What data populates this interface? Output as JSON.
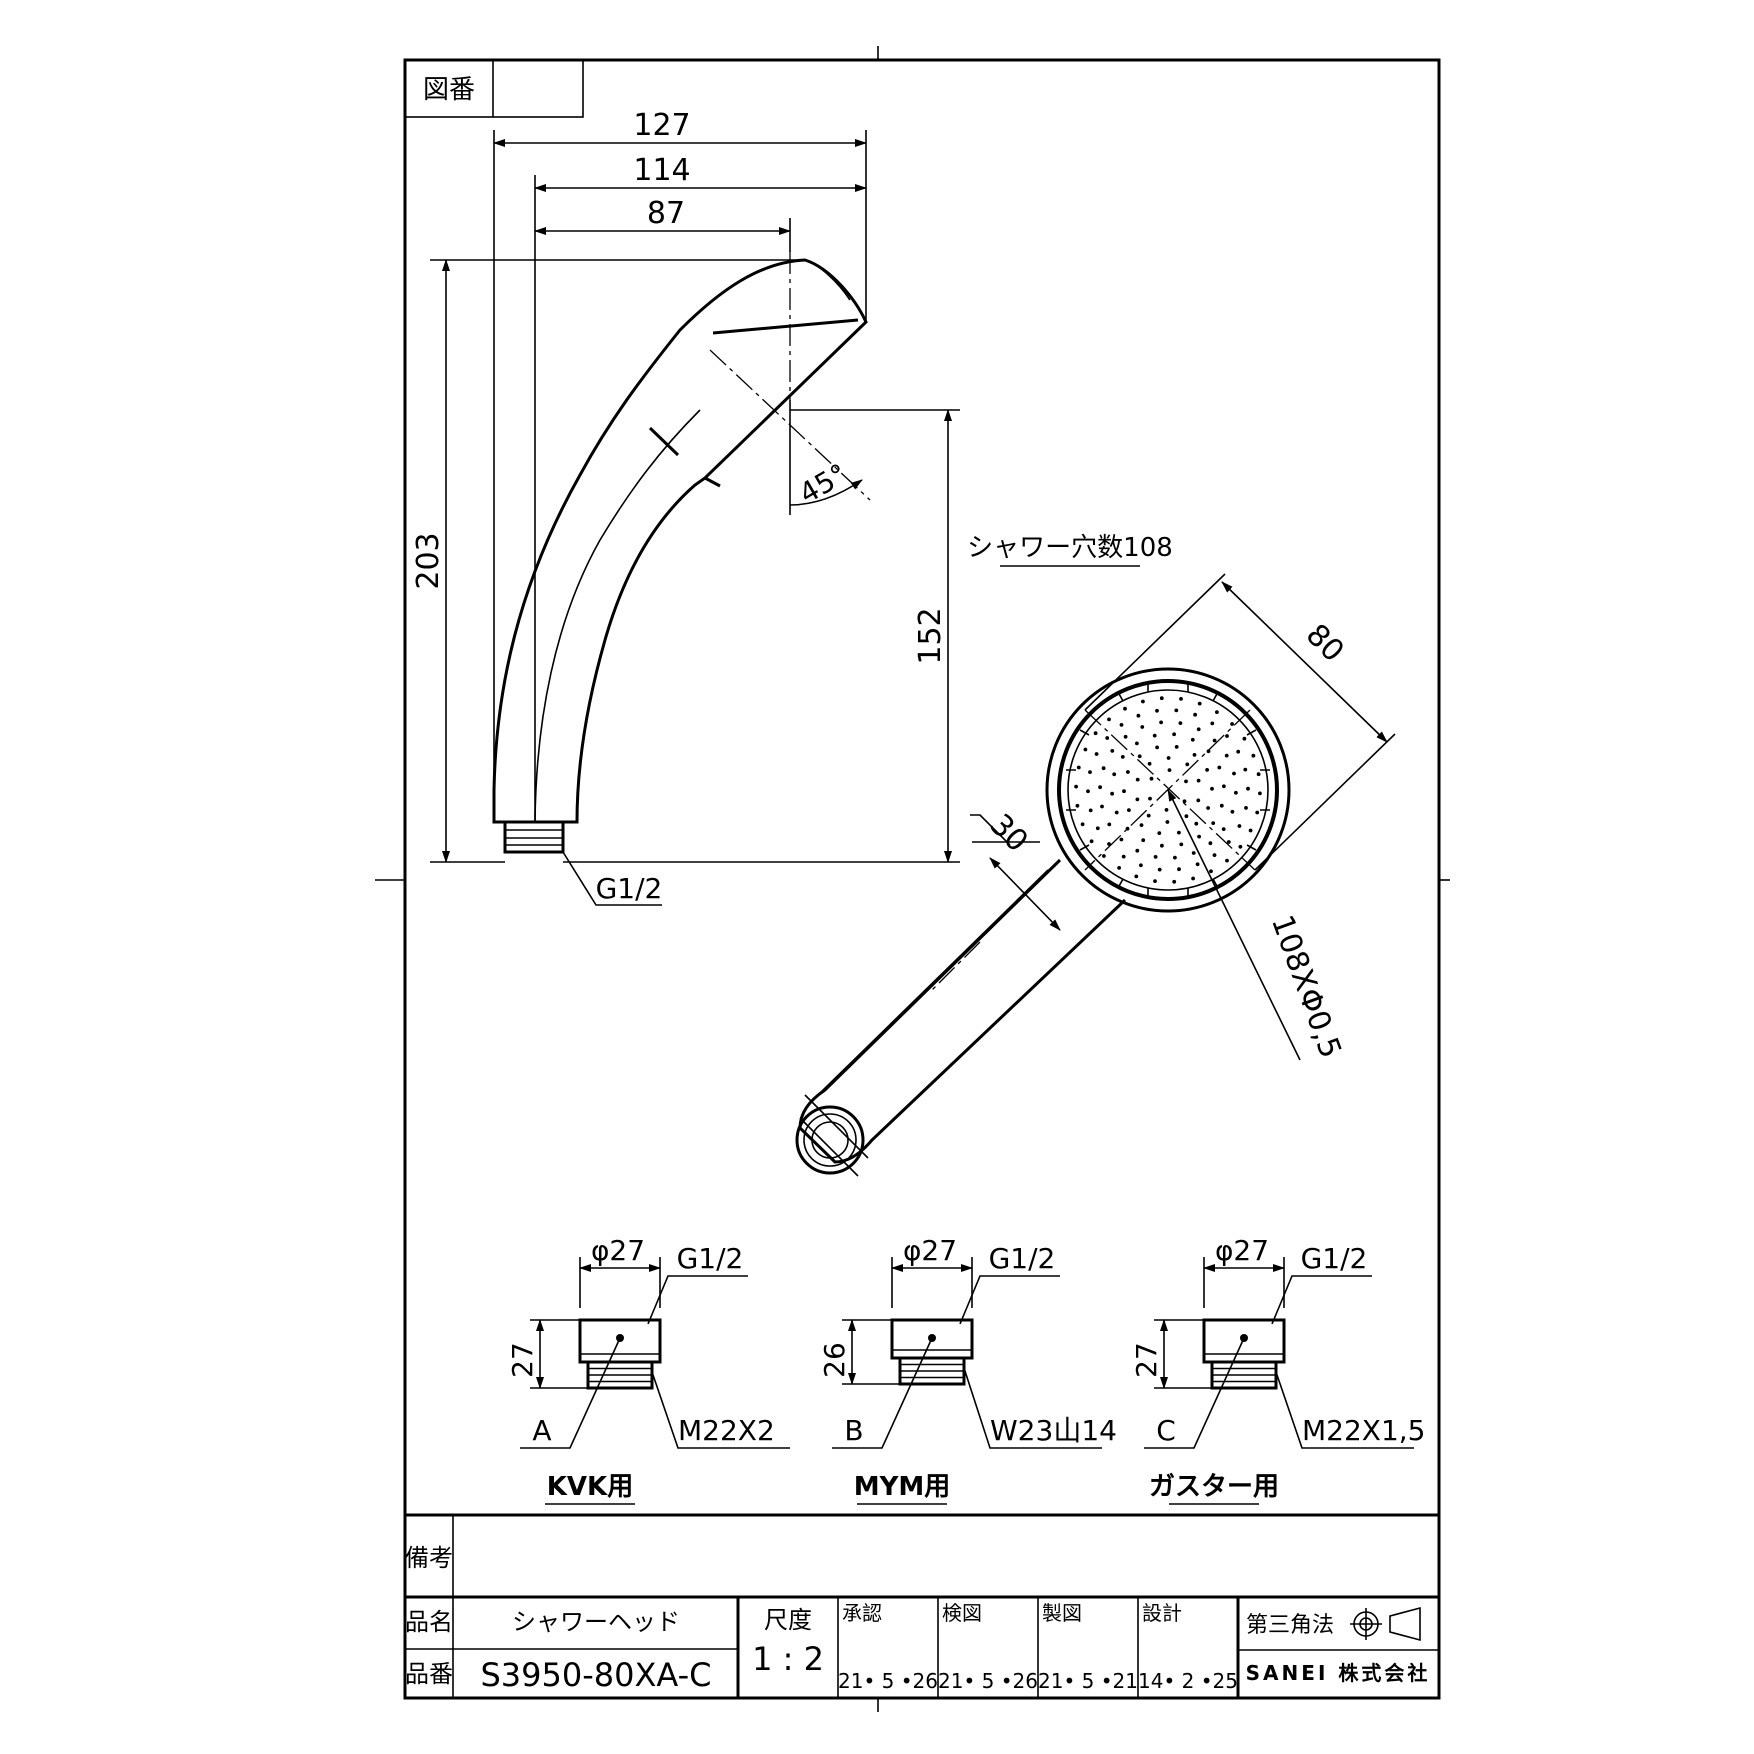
{
  "title_block": {
    "drawing_no_label": "図番",
    "remarks_label": "備考",
    "product_name_label": "品名",
    "product_name": "シャワーヘッド",
    "part_no_label": "品番",
    "part_no": "S3950-80XA-C",
    "scale_label": "尺度",
    "scale": "1 : 2",
    "approval_label": "承認",
    "approval_date": "21• 5 •26",
    "check_label": "検図",
    "check_date": "21• 5 •26",
    "drawn_label": "製図",
    "drawn_date": "21• 5 •21",
    "design_label": "設計",
    "design_date": "14• 2 •25",
    "projection": "第三角法",
    "company": "SANEI 株式会社"
  },
  "side_view": {
    "dim_overall_width": "127",
    "dim_width_2": "114",
    "dim_width_3": "87",
    "dim_height": "203",
    "dim_height_face": "152",
    "angle": "45°",
    "thread": "G1/2"
  },
  "front_view": {
    "hole_count_note": "シャワー穴数108",
    "dim_head_diameter": "80",
    "dim_handle_width": "30",
    "holes_note": "108XΦ0,5"
  },
  "adapters": [
    {
      "letter": "A",
      "dia": "φ27",
      "thread_top": "G1/2",
      "height": "27",
      "thread_bottom": "M22X2",
      "label": "KVK用"
    },
    {
      "letter": "B",
      "dia": "φ27",
      "thread_top": "G1/2",
      "height": "26",
      "thread_bottom": "W23山14",
      "label": "MYM用"
    },
    {
      "letter": "C",
      "dia": "φ27",
      "thread_top": "G1/2",
      "height": "27",
      "thread_bottom": "M22X1,5",
      "label": "ガスター用"
    }
  ]
}
